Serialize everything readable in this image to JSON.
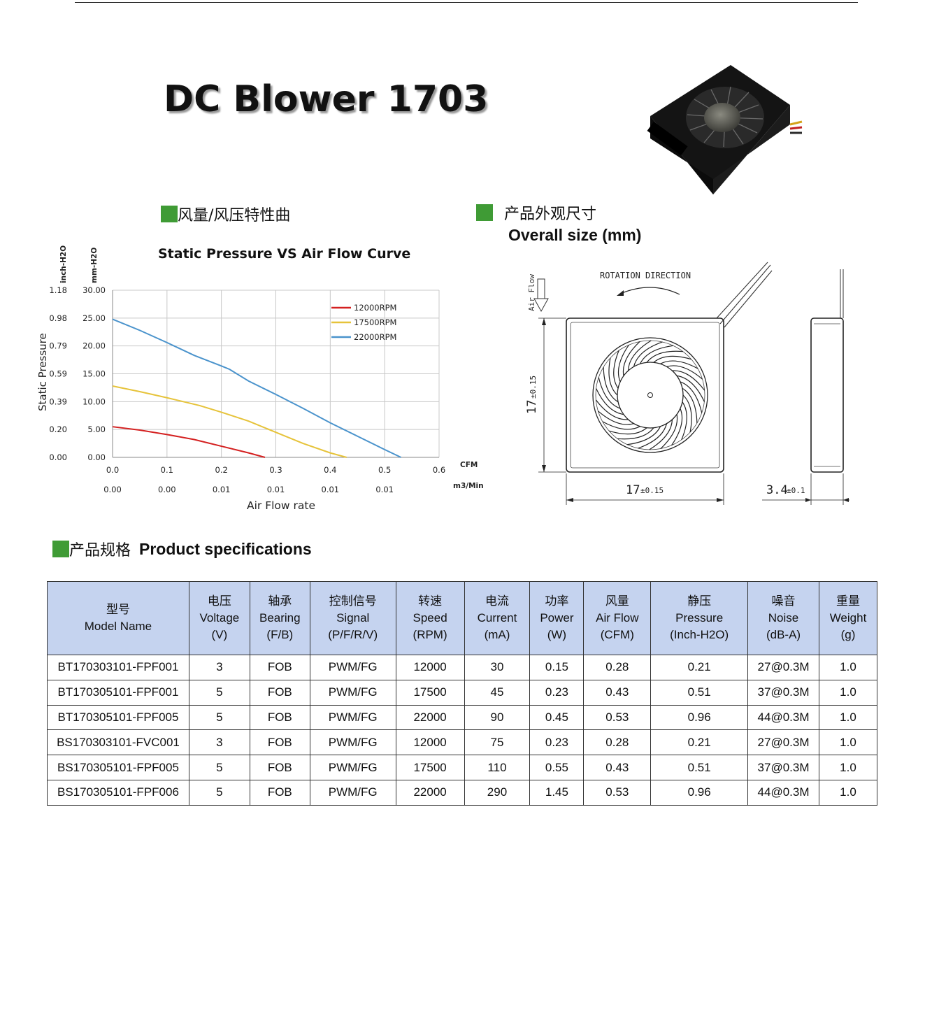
{
  "page": {
    "title": "DC Blower 1703"
  },
  "sections": {
    "curve_cn": "风量/风压特性曲",
    "size_cn": "产品外观尺寸",
    "size_en": "Overall size (mm)",
    "spec_cn": "产品规格",
    "spec_en": "Product specifications"
  },
  "colors": {
    "section_square": "#3f9b35",
    "table_header_bg": "#c5d3ef",
    "series_12000": "#d42020",
    "series_17500": "#e6c33a",
    "series_22000": "#4a93cc"
  },
  "chart_data": {
    "type": "line",
    "title": "Static Pressure VS Air Flow Curve",
    "ylabel": "Static Pressure",
    "xlabel": "Air Flow rate",
    "y_unit_inch": "inch-H2O",
    "y_unit_mm": "mm-H2O",
    "x_unit_cfm": "CFM",
    "x_unit_m3": "m3/Min",
    "xlim": [
      0,
      0.6
    ],
    "ylim": [
      0,
      30
    ],
    "grid": true,
    "legend_position": "top-right",
    "x_ticks": [
      0.0,
      0.1,
      0.2,
      0.3,
      0.4,
      0.5,
      0.6
    ],
    "x_tick_labels": [
      "0.0",
      "0.1",
      "0.2",
      "0.3",
      "0.4",
      "0.5",
      "0.6"
    ],
    "x2_tick_labels": [
      "0.00",
      "0.00",
      "0.01",
      "0.01",
      "0.01",
      "0.01"
    ],
    "y_ticks": [
      0,
      5,
      10,
      15,
      20,
      25,
      30
    ],
    "y_tick_labels_mm": [
      "0.00",
      "5.00",
      "10.00",
      "15.00",
      "20.00",
      "25.00",
      "30.00"
    ],
    "y_tick_labels_inch": [
      "0.00",
      "0.20",
      "0.39",
      "0.59",
      "0.79",
      "0.98",
      "1.18"
    ],
    "series": [
      {
        "name": "12000RPM",
        "color": "#d42020",
        "x": [
          0.0,
          0.05,
          0.1,
          0.15,
          0.2,
          0.25,
          0.28
        ],
        "y": [
          5.5,
          4.9,
          4.1,
          3.2,
          2.0,
          0.8,
          0.0
        ]
      },
      {
        "name": "17500RPM",
        "color": "#e6c33a",
        "x": [
          0.0,
          0.05,
          0.1,
          0.16,
          0.2,
          0.25,
          0.3,
          0.35,
          0.4,
          0.43
        ],
        "y": [
          12.8,
          11.8,
          10.7,
          9.3,
          8.1,
          6.5,
          4.5,
          2.5,
          0.8,
          0.0
        ]
      },
      {
        "name": "22000RPM",
        "color": "#4a93cc",
        "x": [
          0.0,
          0.05,
          0.1,
          0.15,
          0.2,
          0.215,
          0.25,
          0.3,
          0.35,
          0.4,
          0.45,
          0.5,
          0.53
        ],
        "y": [
          24.8,
          22.8,
          20.6,
          18.3,
          16.4,
          15.8,
          13.7,
          11.3,
          8.8,
          6.2,
          3.8,
          1.4,
          0.0
        ]
      }
    ]
  },
  "drawing": {
    "rotation_label": "ROTATION DIRECTION",
    "airflow_label": "Air Flow",
    "dim_height": "17",
    "dim_height_tol": "±0.15",
    "dim_width": "17",
    "dim_width_tol": "±0.15",
    "dim_thickness": "3.4",
    "dim_thickness_tol": "±0.1"
  },
  "spec_table": {
    "headers": [
      [
        "型号",
        "Model Name"
      ],
      [
        "电压",
        "Voltage",
        "(V)"
      ],
      [
        "轴承",
        "Bearing",
        "(F/B)"
      ],
      [
        "控制信号",
        "Signal",
        "(P/F/R/V)"
      ],
      [
        "转速",
        "Speed",
        "(RPM)"
      ],
      [
        "电流",
        "Current",
        "(mA)"
      ],
      [
        "功率",
        "Power",
        "(W)"
      ],
      [
        "风量",
        "Air Flow",
        "(CFM)"
      ],
      [
        "静压",
        "Pressure",
        "(Inch-H2O)"
      ],
      [
        "噪音",
        "Noise",
        "(dB-A)"
      ],
      [
        "重量",
        "Weight",
        "(g)"
      ]
    ],
    "rows": [
      [
        "BT170303101-FPF001",
        "3",
        "FOB",
        "PWM/FG",
        "12000",
        "30",
        "0.15",
        "0.28",
        "0.21",
        "27@0.3M",
        "1.0"
      ],
      [
        "BT170305101-FPF001",
        "5",
        "FOB",
        "PWM/FG",
        "17500",
        "45",
        "0.23",
        "0.43",
        "0.51",
        "37@0.3M",
        "1.0"
      ],
      [
        "BT170305101-FPF005",
        "5",
        "FOB",
        "PWM/FG",
        "22000",
        "90",
        "0.45",
        "0.53",
        "0.96",
        "44@0.3M",
        "1.0"
      ],
      [
        "BS170303101-FVC001",
        "3",
        "FOB",
        "PWM/FG",
        "12000",
        "75",
        "0.23",
        "0.28",
        "0.21",
        "27@0.3M",
        "1.0"
      ],
      [
        "BS170305101-FPF005",
        "5",
        "FOB",
        "PWM/FG",
        "17500",
        "110",
        "0.55",
        "0.43",
        "0.51",
        "37@0.3M",
        "1.0"
      ],
      [
        "BS170305101-FPF006",
        "5",
        "FOB",
        "PWM/FG",
        "22000",
        "290",
        "1.45",
        "0.53",
        "0.96",
        "44@0.3M",
        "1.0"
      ]
    ]
  }
}
